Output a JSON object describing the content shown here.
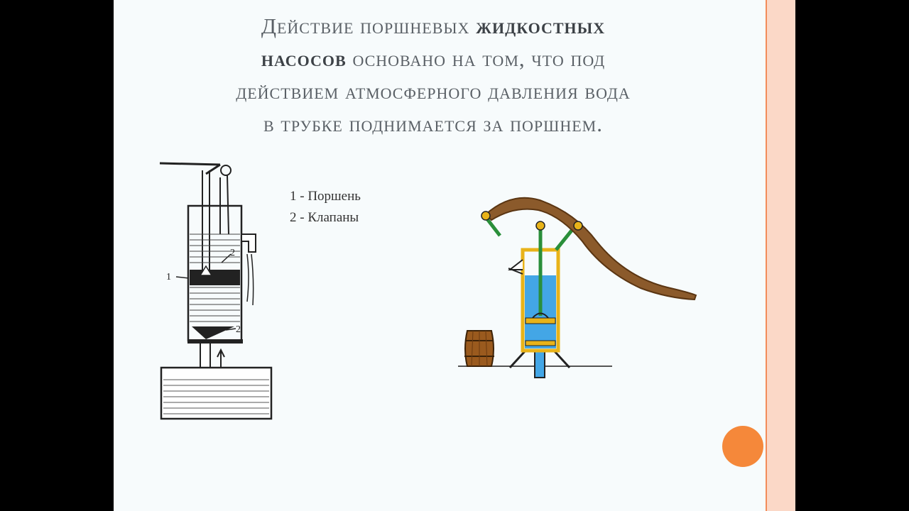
{
  "title": {
    "line1": "Действие поршневых",
    "line1_bold": "жидкостных",
    "line2_bold": "насосов",
    "line2": " основано на том, что под",
    "line3": "действием атмосферного давления вода",
    "line4": "в трубке поднимается за поршнем."
  },
  "legend": {
    "item1": "1 - Поршень",
    "item2": "2 - Клапаны"
  },
  "diagram_labels": {
    "piston": "1",
    "valve_upper": "2",
    "valve_lower": "2"
  },
  "colors": {
    "accent": "#f5883a",
    "border": "#fbd8c7",
    "water": "#43a6e6",
    "pump_body": "#e8b319",
    "handle": "#8b5a2b",
    "rod": "#2a8f3a"
  }
}
